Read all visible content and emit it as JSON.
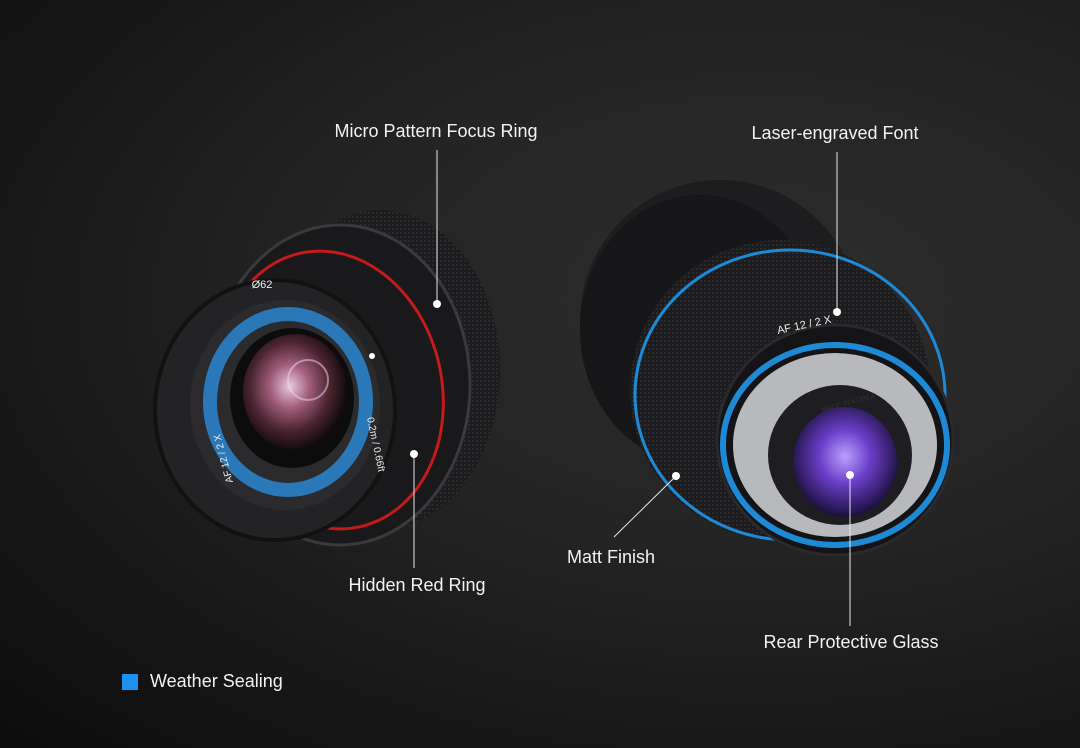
{
  "callouts": {
    "focus_ring": "Micro Pattern Focus Ring",
    "red_ring": "Hidden Red Ring",
    "font": "Laser-engraved Font",
    "matt": "Matt Finish",
    "rear_glass": "Rear Protective Glass"
  },
  "legend": {
    "label": "Weather Sealing",
    "color": "#1e90f0"
  },
  "lens_markings": {
    "filter": "Ø62",
    "distance": "0.2m / 0.66ft",
    "model_front": "AF 12 / 2 X",
    "model_rear": "AF 12 / 2 X",
    "made_in": "MADE IN KOREA"
  }
}
